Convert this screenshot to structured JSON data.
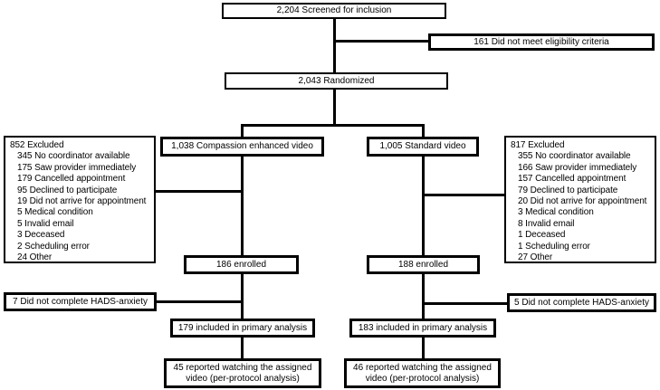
{
  "diagram": {
    "type": "consort-flow",
    "colors": {
      "line": "#000000",
      "box_border": "#000000",
      "box_bg": "#ffffff",
      "text": "#000000"
    }
  },
  "boxes": {
    "screened": {
      "label": "2,204 Screened for inclusion"
    },
    "not_eligible": {
      "label": "161 Did not meet eligibility criteria"
    },
    "randomized": {
      "label": "2,043 Randomized"
    },
    "arm_compassion": {
      "label": "1,038 Compassion enhanced video"
    },
    "arm_standard": {
      "label": "1,005 Standard video"
    },
    "excluded_compassion": {
      "title": "852 Excluded",
      "items": [
        "345 No coordinator available",
        "175 Saw provider immediately",
        "179 Cancelled appointment",
        "95 Declined to participate",
        "19 Did not arrive for appointment",
        "5 Medical condition",
        "5 Invalid email",
        "3 Deceased",
        "2 Scheduling error",
        "24 Other"
      ]
    },
    "excluded_standard": {
      "title": "817 Excluded",
      "items": [
        "355 No coordinator available",
        "166 Saw provider immediately",
        "157 Cancelled appointment",
        "79 Declined to participate",
        "20 Did not arrive for appointment",
        "3 Medical condition",
        "8 Invalid email",
        "1 Deceased",
        "1 Scheduling error",
        "27 Other"
      ]
    },
    "enrolled_compassion": {
      "label": "186 enrolled"
    },
    "enrolled_standard": {
      "label": "188 enrolled"
    },
    "hads_compassion": {
      "label": "7 Did not complete HADS-anxiety"
    },
    "hads_standard": {
      "label": "5 Did not complete HADS-anxiety"
    },
    "primary_compassion": {
      "label": "179 included in primary analysis"
    },
    "primary_standard": {
      "label": "183 included in primary analysis"
    },
    "protocol_compassion": {
      "label": "45 reported watching the assigned video (per-protocol analysis)"
    },
    "protocol_standard": {
      "label": "46 reported watching the assigned video (per-protocol analysis)"
    }
  }
}
